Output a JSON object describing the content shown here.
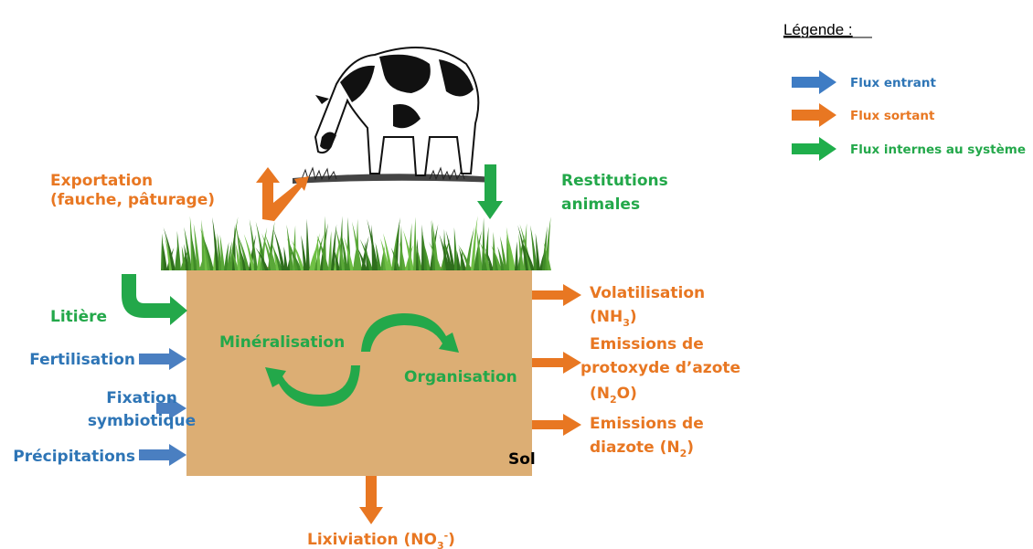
{
  "legend": {
    "title": "Légende :",
    "items": [
      {
        "label": "Flux entrant",
        "color": "#3e7cc4"
      },
      {
        "label": "Flux sortant",
        "color": "#e87722"
      },
      {
        "label": "Flux internes au système",
        "color": "#1fae4b"
      }
    ]
  },
  "colors": {
    "inflow": "#2e75b6",
    "outflow": "#e87722",
    "internal": "#23a84a",
    "soil": "#dcae74",
    "grass": "#4d9a2e"
  },
  "soil_label": "Sol",
  "inflows": {
    "fertilisation": "Fertilisation",
    "fixation_1": "Fixation",
    "fixation_2": "symbiotique",
    "precipitations": "Précipitations"
  },
  "internal": {
    "litiere": "Litière",
    "restitutions_1": "Restitutions",
    "restitutions_2": "animales",
    "mineralisation": "Minéralisation",
    "organisation": "Organisation"
  },
  "outflows": {
    "exportation_1": "Exportation",
    "exportation_2": "(fauche, pâturage)",
    "volatilisation_1": "Volatilisation",
    "volatilisation_2_pre": "(NH",
    "volatilisation_2_sub": "3",
    "volatilisation_2_post": ")",
    "protoxyde_1": "Emissions de",
    "protoxyde_2": "protoxyde d’azote",
    "protoxyde_3_pre": "(N",
    "protoxyde_3_sub": "2",
    "protoxyde_3_post": "O)",
    "diazote_1": "Emissions de",
    "diazote_2_pre": "diazote (N",
    "diazote_2_sub": "2",
    "diazote_2_post": ")",
    "lixiviation_pre": "Lixiviation (NO",
    "lixiviation_sub": "3",
    "lixiviation_sup": "-",
    "lixiviation_post": ")"
  }
}
